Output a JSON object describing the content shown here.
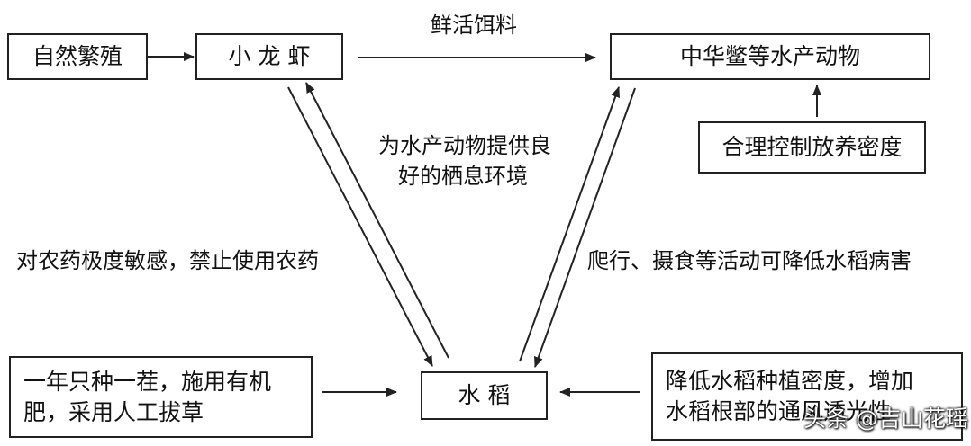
{
  "nodes": {
    "natural_breeding": "自然繁殖",
    "crayfish": "小 龙 虾",
    "softshell_turtle": "中华鳖等水产动物",
    "density_control": "合理控制放养密度",
    "rice": "水    稻",
    "organic_farming_line1": "一年只种一茬，施用有机",
    "organic_farming_line2": "肥，采用人工拔草",
    "planting_density_line1": "降低水稻种植密度，增加",
    "planting_density_line2": "水稻根部的通风透光性"
  },
  "edge_labels": {
    "live_bait": "鲜活饵料",
    "habitat_line1": "为水产动物提供良",
    "habitat_line2": "好的栖息环境",
    "pesticide_sensitive": "对农药极度敏感，禁止使用农药",
    "disease_reduction": "爬行、摄食等活动可降低水稻病害"
  },
  "watermark": "头条 @吉山花瑶",
  "colors": {
    "line": "#222222",
    "background": "#ffffff",
    "text": "#111111"
  }
}
